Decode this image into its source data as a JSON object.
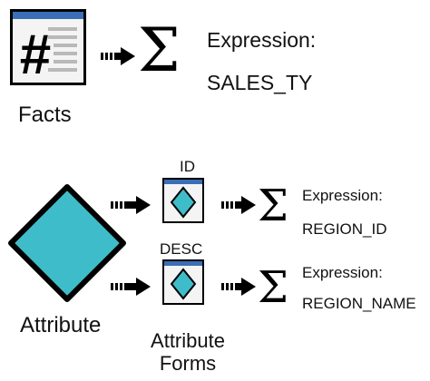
{
  "facts": {
    "label": "Facts",
    "icon": "hash-icon",
    "expression_label": "Expression:",
    "expression_value": "SALES_TY"
  },
  "attribute": {
    "label": "Attribute",
    "icon": "diamond-icon",
    "color": "#3fbcc9",
    "forms_label_line1": "Attribute",
    "forms_label_line2": "Forms",
    "forms": [
      {
        "name": "ID",
        "expression_label": "Expression:",
        "expression_value": "REGION_ID"
      },
      {
        "name": "DESC",
        "expression_label": "Expression:",
        "expression_value": "REGION_NAME"
      }
    ]
  },
  "colors": {
    "icon_header": "#3a6fb7",
    "diamond": "#3fbcc9",
    "outline": "#000000"
  }
}
